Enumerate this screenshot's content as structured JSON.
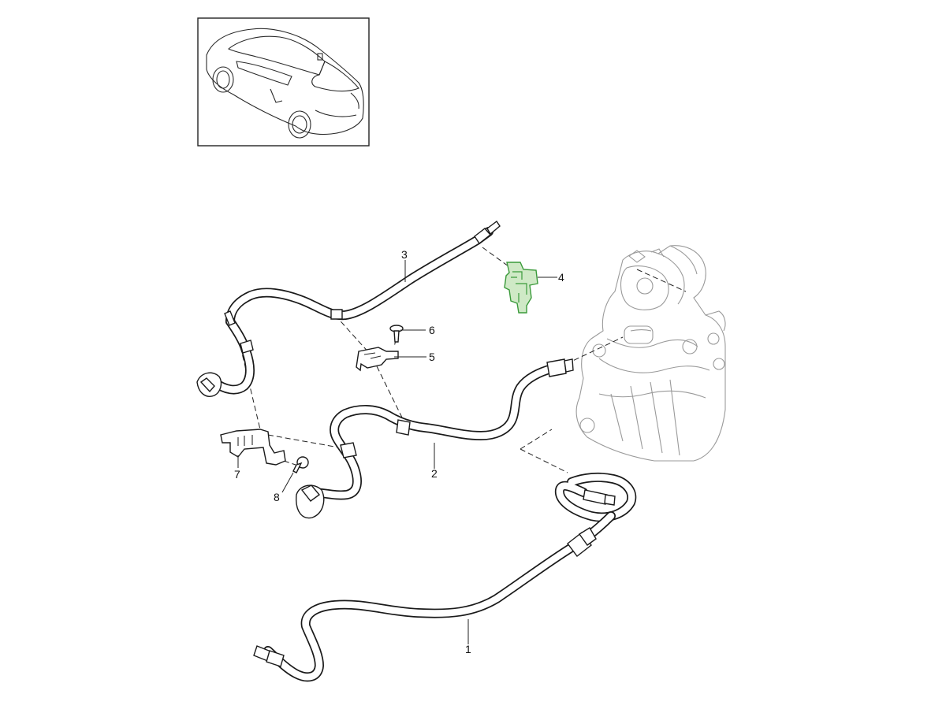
{
  "parts": [
    {
      "number": "1",
      "name": "hose-1"
    },
    {
      "number": "2",
      "name": "hose-2"
    },
    {
      "number": "3",
      "name": "hose-3"
    },
    {
      "number": "4",
      "name": "bracket-4"
    },
    {
      "number": "5",
      "name": "holder-5"
    },
    {
      "number": "6",
      "name": "screw-6"
    },
    {
      "number": "7",
      "name": "bracket-7"
    },
    {
      "number": "8",
      "name": "screw-8"
    }
  ],
  "colors": {
    "line": "#1a1a1a",
    "ghost_engine": "#9a9a9a",
    "highlight_part": "#3a9a3a",
    "highlight_fill": "#cfe9c6"
  },
  "highlighted_part": "4"
}
